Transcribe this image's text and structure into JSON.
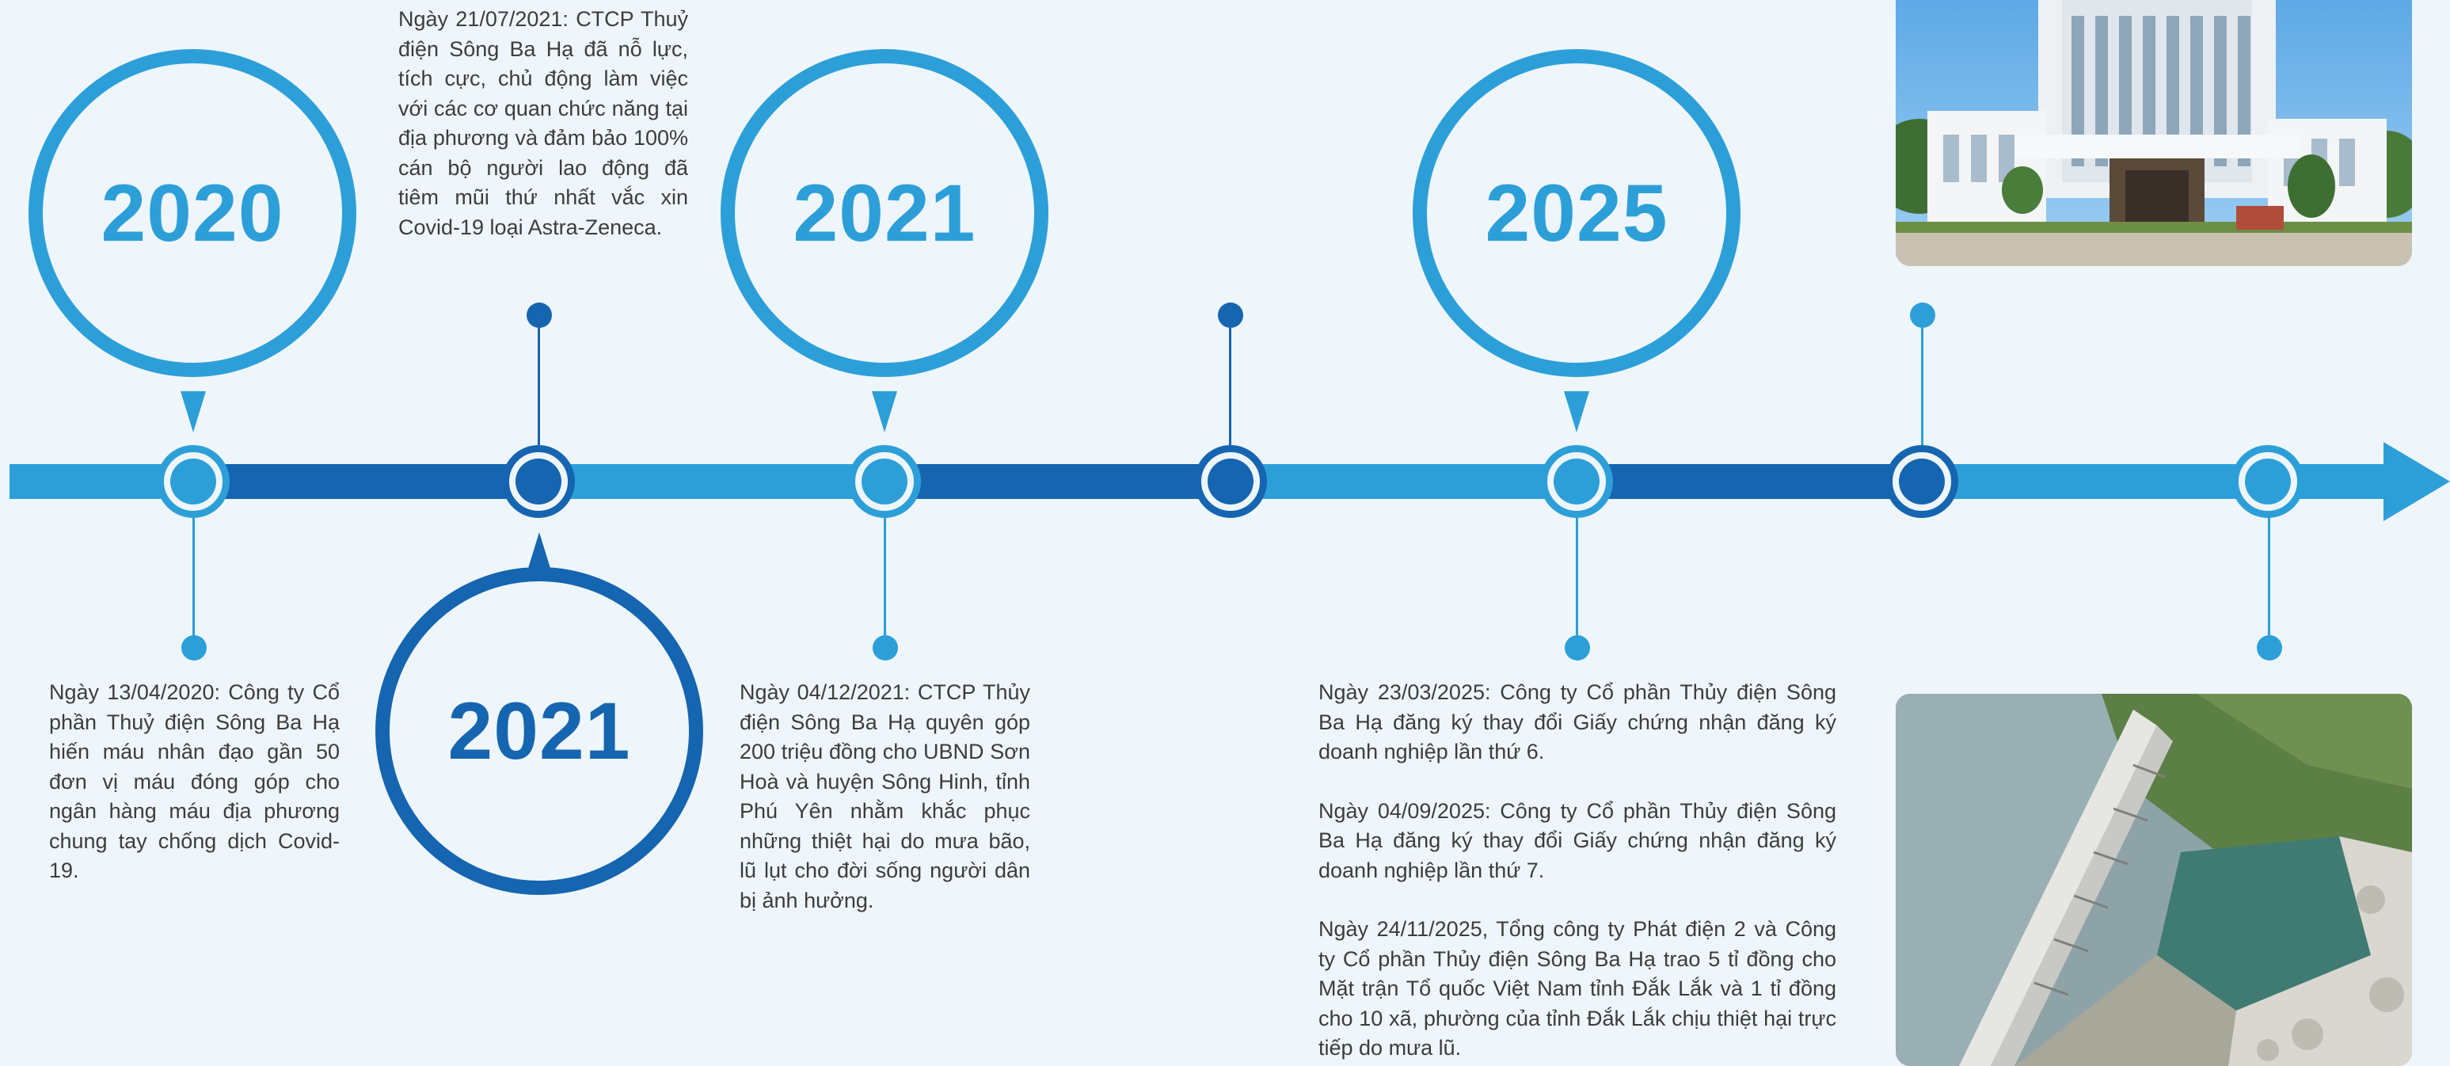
{
  "years": {
    "y1": "2020",
    "y2": "2021",
    "y3": "2021",
    "y4": "2025"
  },
  "events": {
    "e2020": "Ngày 13/04/2020: Công ty Cổ phần Thuỷ điện Sông Ba Hạ hiến máu nhân đạo gần 50 đơn vị máu đóng góp cho ngân hàng máu địa phương chung tay chống dịch Covid-19.",
    "e2021a": "Ngày 21/07/2021: CTCP Thuỷ điện Sông Ba Hạ đã nỗ lực, tích cực, chủ động làm việc với các cơ quan chức năng tại địa phương và đảm bảo 100% cán bộ người lao động đã tiêm mũi thứ nhất vắc xin Covid-19 loại Astra-Zeneca.",
    "e2021b": "Ngày 04/12/2021: CTCP Thủy điện Sông Ba Hạ quyên góp 200 triệu đồng cho UBND Sơn Hoà và huyện Sông Hinh, tỉnh Phú Yên nhằm khắc phục những thiệt hại do mưa bão, lũ lụt cho đời sống người dân bị ảnh hưởng.",
    "e2025a": "Ngày 23/03/2025: Công ty Cổ phần Thủy điện Sông Ba Hạ đăng ký thay đổi Giấy chứng nhận đăng ký doanh nghiệp lần thứ 6.",
    "e2025b": "Ngày 04/09/2025: Công ty Cổ phần Thủy điện Sông Ba Hạ đăng ký thay đổi Giấy chứng nhận đăng ký doanh nghiệp lần thứ 7.",
    "e2025c": "Ngày 24/11/2025, Tổng công ty Phát điện 2 và Công ty Cổ phần Thủy điện Sông Ba Hạ trao 5 tỉ đồng cho Mặt trận Tổ quốc Việt Nam tỉnh Đắk Lắk và 1 tỉ đồng cho 10 xã, phường của tỉnh Đắk Lắk chịu thiệt hại trực tiếp do mưa lũ."
  },
  "colors": {
    "light_blue": "#2d9fd8",
    "dark_blue": "#1565b0",
    "background": "#eef6fb"
  }
}
